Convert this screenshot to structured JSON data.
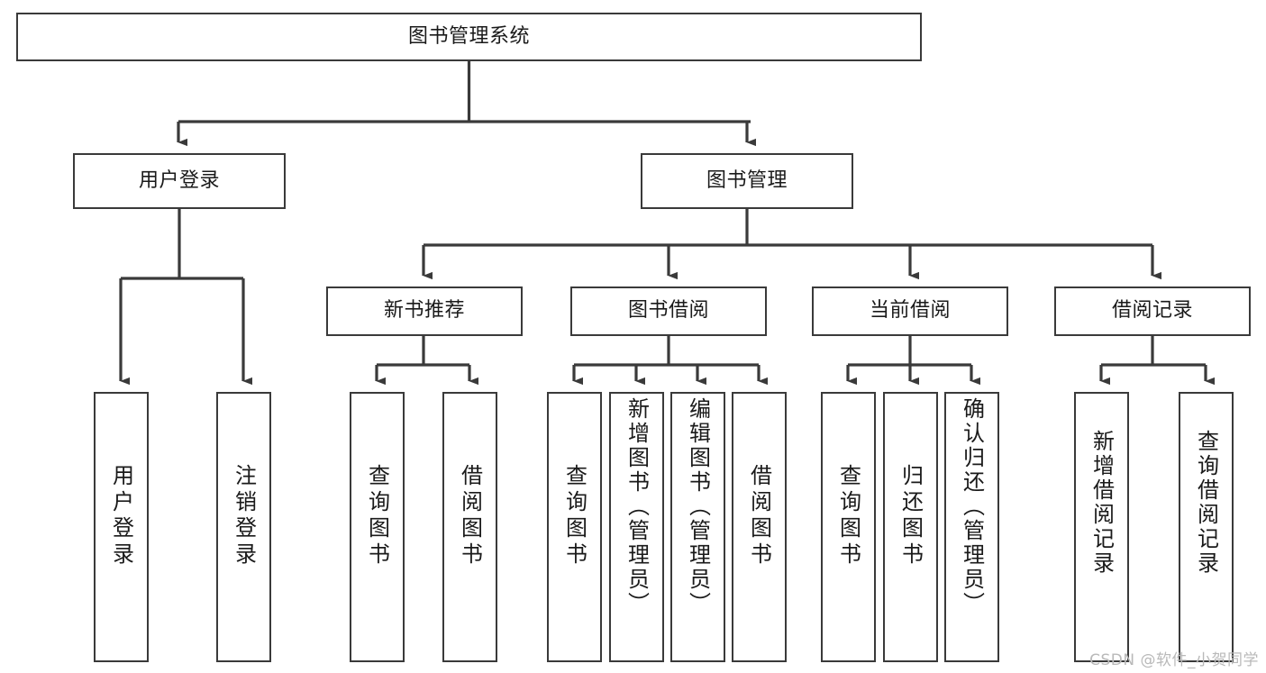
{
  "diagram": {
    "title": "图书管理系统",
    "type": "tree-hierarchy-diagram",
    "colors": {
      "background": "#ffffff",
      "box_border": "#3a3a3a",
      "box_fill": "#ffffff",
      "text": "#1a1a1a",
      "edge": "#3a3a3a",
      "watermark": "#b9b9b9"
    },
    "nodes": {
      "root": {
        "label": "图书管理系统"
      },
      "level2": [
        {
          "id": "user-login",
          "label": "用户登录"
        },
        {
          "id": "book-manage",
          "label": "图书管理"
        }
      ],
      "level3": [
        {
          "id": "new-book-recommend",
          "label": "新书推荐"
        },
        {
          "id": "book-borrow",
          "label": "图书借阅"
        },
        {
          "id": "current-borrow",
          "label": "当前借阅"
        },
        {
          "id": "borrow-record",
          "label": "借阅记录"
        }
      ],
      "leaves": {
        "user_login": [
          {
            "id": "leaf-user-login",
            "label": "用户登录"
          },
          {
            "id": "leaf-logout-login",
            "label": "注销登录"
          }
        ],
        "new_book_recommend": [
          {
            "id": "leaf-query-book-1",
            "label": "查询图书"
          },
          {
            "id": "leaf-borrow-book-1",
            "label": "借阅图书"
          }
        ],
        "book_borrow": [
          {
            "id": "leaf-query-book-2",
            "label": "查询图书"
          },
          {
            "id": "leaf-add-book",
            "label": "新增图书（管理员）"
          },
          {
            "id": "leaf-edit-book",
            "label": "编辑图书（管理员）"
          },
          {
            "id": "leaf-borrow-book-2",
            "label": "借阅图书"
          }
        ],
        "current_borrow": [
          {
            "id": "leaf-query-book-3",
            "label": "查询图书"
          },
          {
            "id": "leaf-return-book",
            "label": "归还图书"
          },
          {
            "id": "leaf-confirm-return",
            "label": "确认归还（管理员）"
          }
        ],
        "borrow_record": [
          {
            "id": "leaf-add-borrow-record",
            "label": "新增借阅记录"
          },
          {
            "id": "leaf-query-borrow-record",
            "label": "查询借阅记录"
          }
        ]
      }
    },
    "watermark": "CSDN @软件_小贺同学"
  }
}
